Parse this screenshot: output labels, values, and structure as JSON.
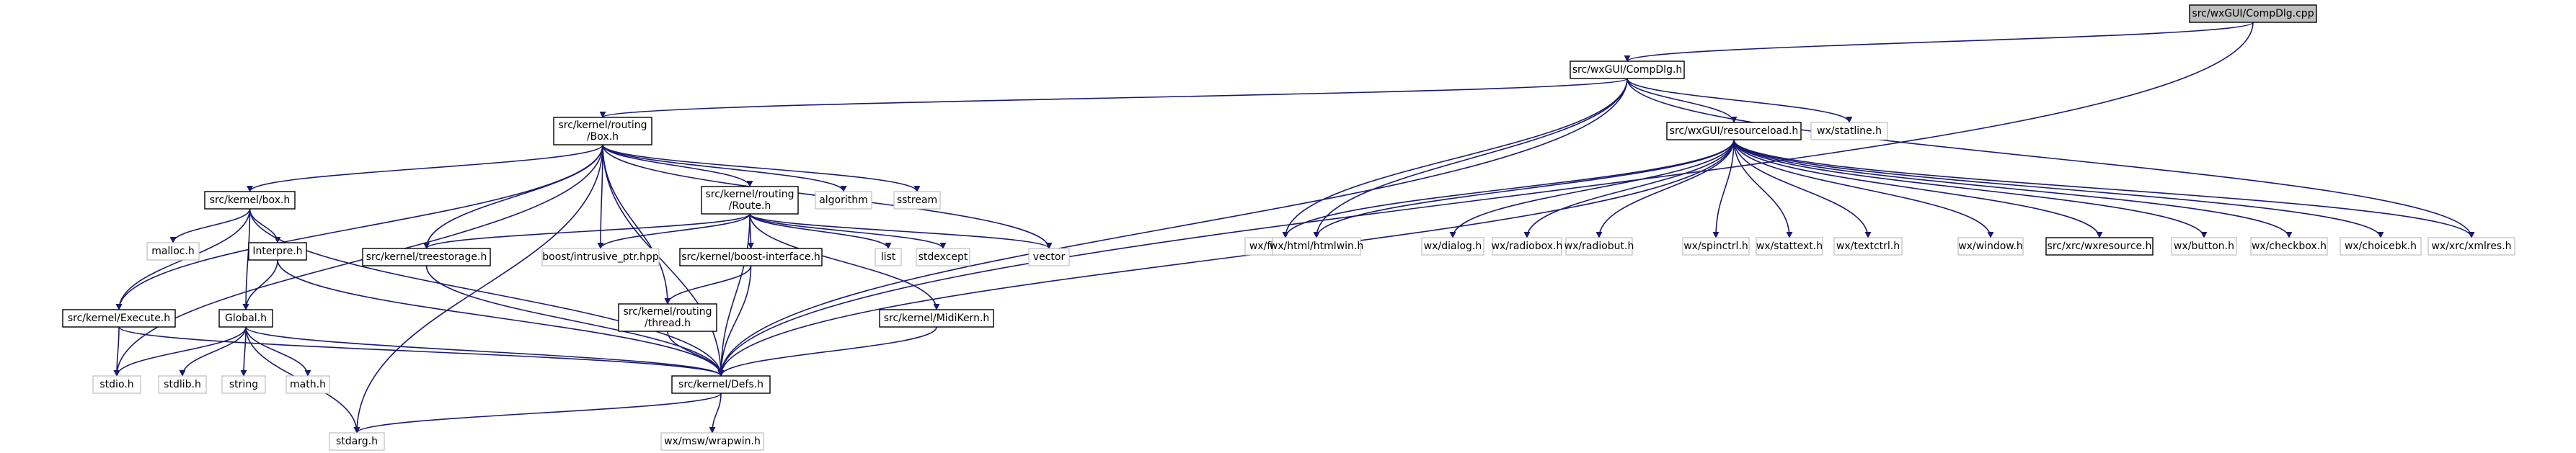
{
  "colors": {
    "edge": "#191970",
    "root_fill": "#bfbfbf",
    "node_border": "#000000",
    "external_border": "#bfbfbf",
    "text": "#000000"
  },
  "nodes": [
    {
      "id": "compdlg_cpp",
      "label": "src/wxGUI/CompDlg.cpp",
      "kind": "root"
    },
    {
      "id": "compdlg_h",
      "label": "src/wxGUI/CompDlg.h",
      "kind": "main"
    },
    {
      "id": "box_h",
      "label": "src/kernel/routing\n/Box.h",
      "kind": "main"
    },
    {
      "id": "statline_h",
      "label": "wx/statline.h",
      "kind": "ext"
    },
    {
      "id": "resourceload_h",
      "label": "src/wxGUI/resourceload.h",
      "kind": "main"
    },
    {
      "id": "kbox_h",
      "label": "src/kernel/box.h",
      "kind": "main"
    },
    {
      "id": "route_h",
      "label": "src/kernel/routing\n/Route.h",
      "kind": "main"
    },
    {
      "id": "algorithm",
      "label": "algorithm",
      "kind": "ext"
    },
    {
      "id": "sstream",
      "label": "sstream",
      "kind": "ext"
    },
    {
      "id": "filepicker_h",
      "label": "wx/filepicker.h",
      "kind": "ext"
    },
    {
      "id": "htmlwin_h",
      "label": "wx/html/htmlwin.h",
      "kind": "ext"
    },
    {
      "id": "dialog_h",
      "label": "wx/dialog.h",
      "kind": "ext"
    },
    {
      "id": "radiobox_h",
      "label": "wx/radiobox.h",
      "kind": "ext"
    },
    {
      "id": "radiobut_h",
      "label": "wx/radiobut.h",
      "kind": "ext"
    },
    {
      "id": "spinctrl_h",
      "label": "wx/spinctrl.h",
      "kind": "ext"
    },
    {
      "id": "stattext_h",
      "label": "wx/stattext.h",
      "kind": "ext"
    },
    {
      "id": "textctrl_h",
      "label": "wx/textctrl.h",
      "kind": "ext"
    },
    {
      "id": "window_h",
      "label": "wx/window.h",
      "kind": "ext"
    },
    {
      "id": "wxresource_h",
      "label": "src/xrc/wxresource.h",
      "kind": "main"
    },
    {
      "id": "button_h",
      "label": "wx/button.h",
      "kind": "ext"
    },
    {
      "id": "checkbox_h",
      "label": "wx/checkbox.h",
      "kind": "ext"
    },
    {
      "id": "choicebk_h",
      "label": "wx/choicebk.h",
      "kind": "ext"
    },
    {
      "id": "xmlres_h",
      "label": "wx/xrc/xmlres.h",
      "kind": "ext"
    },
    {
      "id": "malloc_h",
      "label": "malloc.h",
      "kind": "ext"
    },
    {
      "id": "interpre_h",
      "label": "Interpre.h",
      "kind": "main"
    },
    {
      "id": "treestorage_h",
      "label": "src/kernel/treestorage.h",
      "kind": "main"
    },
    {
      "id": "intrusive_ptr",
      "label": "boost/intrusive_ptr.hpp",
      "kind": "ext"
    },
    {
      "id": "boost_interface_h",
      "label": "src/kernel/boost-interface.h",
      "kind": "main"
    },
    {
      "id": "list",
      "label": "list",
      "kind": "ext"
    },
    {
      "id": "stdexcept",
      "label": "stdexcept",
      "kind": "ext"
    },
    {
      "id": "vector",
      "label": "vector",
      "kind": "ext"
    },
    {
      "id": "global_h",
      "label": "Global.h",
      "kind": "main"
    },
    {
      "id": "execute_h",
      "label": "src/kernel/Execute.h",
      "kind": "main"
    },
    {
      "id": "midikern_h",
      "label": "src/kernel/MidiKern.h",
      "kind": "main"
    },
    {
      "id": "thread_h",
      "label": "src/kernel/routing\n/thread.h",
      "kind": "main"
    },
    {
      "id": "stdio_h",
      "label": "stdio.h",
      "kind": "ext"
    },
    {
      "id": "stdlib_h",
      "label": "stdlib.h",
      "kind": "ext"
    },
    {
      "id": "string",
      "label": "string",
      "kind": "ext"
    },
    {
      "id": "math_h",
      "label": "math.h",
      "kind": "ext"
    },
    {
      "id": "defs_h",
      "label": "src/kernel/Defs.h",
      "kind": "main"
    },
    {
      "id": "stdarg_h",
      "label": "stdarg.h",
      "kind": "ext"
    },
    {
      "id": "wrapwin_h",
      "label": "wx/msw/wrapwin.h",
      "kind": "ext"
    }
  ],
  "edges": [
    [
      "compdlg_cpp",
      "compdlg_h"
    ],
    [
      "compdlg_cpp",
      "defs_h"
    ],
    [
      "compdlg_h",
      "box_h"
    ],
    [
      "compdlg_h",
      "statline_h"
    ],
    [
      "compdlg_h",
      "resourceload_h"
    ],
    [
      "compdlg_h",
      "filepicker_h"
    ],
    [
      "compdlg_h",
      "htmlwin_h"
    ],
    [
      "compdlg_h",
      "xmlres_h"
    ],
    [
      "compdlg_h",
      "defs_h"
    ],
    [
      "box_h",
      "kbox_h"
    ],
    [
      "box_h",
      "route_h"
    ],
    [
      "box_h",
      "algorithm"
    ],
    [
      "box_h",
      "sstream"
    ],
    [
      "box_h",
      "treestorage_h"
    ],
    [
      "box_h",
      "intrusive_ptr"
    ],
    [
      "box_h",
      "vector"
    ],
    [
      "box_h",
      "execute_h"
    ],
    [
      "box_h",
      "thread_h"
    ],
    [
      "box_h",
      "stdio_h"
    ],
    [
      "box_h",
      "stdarg_h"
    ],
    [
      "box_h",
      "defs_h"
    ],
    [
      "resourceload_h",
      "filepicker_h"
    ],
    [
      "resourceload_h",
      "htmlwin_h"
    ],
    [
      "resourceload_h",
      "dialog_h"
    ],
    [
      "resourceload_h",
      "radiobox_h"
    ],
    [
      "resourceload_h",
      "radiobut_h"
    ],
    [
      "resourceload_h",
      "spinctrl_h"
    ],
    [
      "resourceload_h",
      "stattext_h"
    ],
    [
      "resourceload_h",
      "textctrl_h"
    ],
    [
      "resourceload_h",
      "window_h"
    ],
    [
      "resourceload_h",
      "wxresource_h"
    ],
    [
      "resourceload_h",
      "button_h"
    ],
    [
      "resourceload_h",
      "checkbox_h"
    ],
    [
      "resourceload_h",
      "choicebk_h"
    ],
    [
      "resourceload_h",
      "xmlres_h"
    ],
    [
      "resourceload_h",
      "defs_h"
    ],
    [
      "kbox_h",
      "malloc_h"
    ],
    [
      "kbox_h",
      "interpre_h"
    ],
    [
      "kbox_h",
      "global_h"
    ],
    [
      "kbox_h",
      "execute_h"
    ],
    [
      "kbox_h",
      "defs_h"
    ],
    [
      "route_h",
      "treestorage_h"
    ],
    [
      "route_h",
      "intrusive_ptr"
    ],
    [
      "route_h",
      "boost_interface_h"
    ],
    [
      "route_h",
      "list"
    ],
    [
      "route_h",
      "stdexcept"
    ],
    [
      "route_h",
      "vector"
    ],
    [
      "route_h",
      "midikern_h"
    ],
    [
      "route_h",
      "defs_h"
    ],
    [
      "interpre_h",
      "global_h"
    ],
    [
      "interpre_h",
      "defs_h"
    ],
    [
      "global_h",
      "stdio_h"
    ],
    [
      "global_h",
      "stdlib_h"
    ],
    [
      "global_h",
      "string"
    ],
    [
      "global_h",
      "math_h"
    ],
    [
      "global_h",
      "stdarg_h"
    ],
    [
      "global_h",
      "defs_h"
    ],
    [
      "execute_h",
      "stdio_h"
    ],
    [
      "execute_h",
      "defs_h"
    ],
    [
      "treestorage_h",
      "defs_h"
    ],
    [
      "boost_interface_h",
      "thread_h"
    ],
    [
      "boost_interface_h",
      "defs_h"
    ],
    [
      "thread_h",
      "defs_h"
    ],
    [
      "midikern_h",
      "defs_h"
    ],
    [
      "defs_h",
      "stdarg_h"
    ],
    [
      "defs_h",
      "wrapwin_h"
    ]
  ]
}
